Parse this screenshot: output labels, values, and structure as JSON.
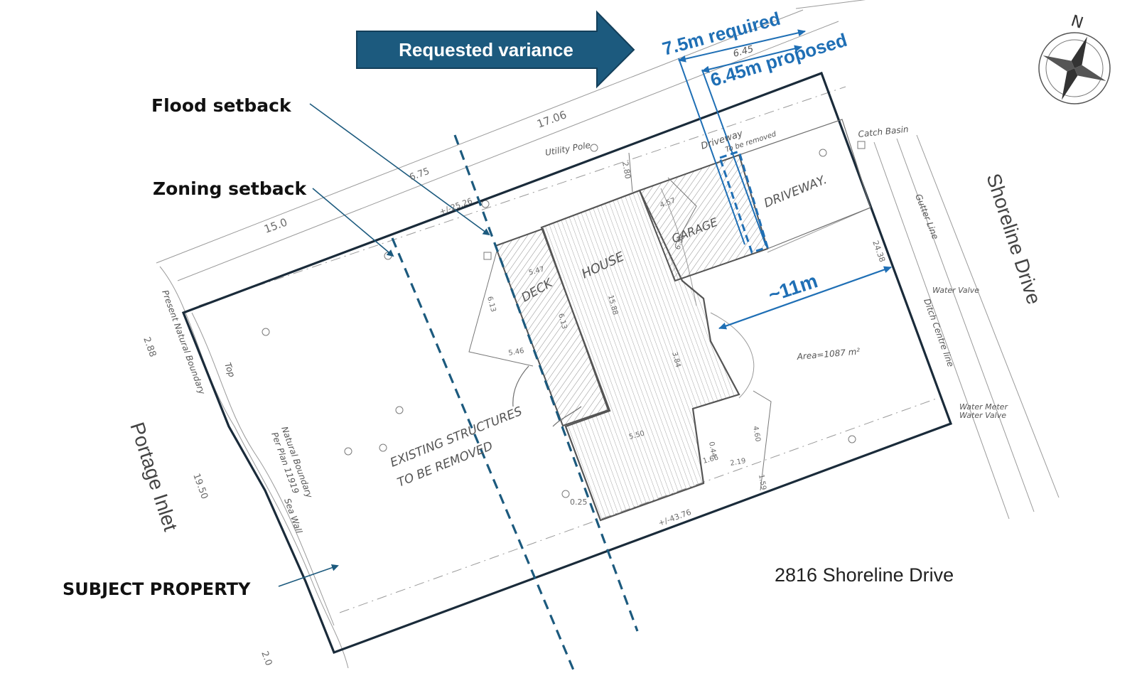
{
  "banner": {
    "label": "Requested variance",
    "color": "#1c5a7e"
  },
  "callouts": {
    "flood": "Flood setback",
    "zoning": "Zoning setback",
    "subject": "SUBJECT PROPERTY"
  },
  "dimensions": {
    "required": "7.5m required",
    "proposed": "6.45m proposed",
    "proposed_handwritten": "6.45",
    "rear": "~11m",
    "accent_color": "#1f6fb5"
  },
  "streets": {
    "east": "Shoreline Drive",
    "west": "Portage Inlet",
    "address": "2816 Shoreline Drive"
  },
  "plan_labels": {
    "deck": "DECK",
    "house": "HOUSE",
    "garage": "GARAGE",
    "driveway": "DRIVEWAY.",
    "driveway_top": "Driveway",
    "driveway_note": "To be removed",
    "existing_line1": "EXISTING STRUCTURES",
    "existing_line2": "TO BE REMOVED",
    "utility_pole": "Utility Pole",
    "catch_basin": "Catch Basin",
    "gutter": "Gutter Line",
    "ditch": "Ditch Centre line",
    "water_valve": "Water Valve",
    "water_meter": "Water Meter",
    "water_valve2": "Water Valve",
    "area": "Area=1087 m²",
    "present_boundary": "Present Natural Boundary",
    "natural_boundary": "Natural Boundary",
    "per_plan": "Per Plan 11919",
    "top": "Top",
    "sea_wall": "Sea Wall"
  },
  "survey_numbers": {
    "d_1706": "17.06",
    "d_150": "15.0",
    "d_675": "6.75",
    "d_2526": "+/-25.26",
    "d_2438": "24.38",
    "d_4376": "+/-43.76",
    "d_1950": "19.50",
    "d_288": "2.88",
    "d_20": "2.0",
    "d_280": "2.80",
    "d_457": "4.57",
    "d_658": "6.58",
    "d_547": "5.47",
    "d_613": "6.13",
    "d_546": "5.46",
    "d_1588": "15.88",
    "d_384": "3.84",
    "d_550": "5.50",
    "d_044": "0.44",
    "d_166": "1.66",
    "d_219": "2.19",
    "d_159": "1.59",
    "d_460": "4.60",
    "d_025": "0.25",
    "d_613b": "6.13"
  },
  "north_label": "N"
}
